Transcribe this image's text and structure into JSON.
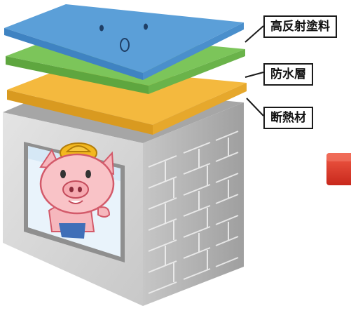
{
  "layers": [
    {
      "id": "coating",
      "label": "高反射塗料",
      "color": "#5b9fd8"
    },
    {
      "id": "waterproof",
      "label": "防水層",
      "color": "#7cc55a"
    },
    {
      "id": "insulation",
      "label": "断熱材",
      "color": "#f4b93e"
    }
  ],
  "colors": {
    "building_front": "#d9d9d9",
    "building_side": "#b9b9b9",
    "building_top": "#a8a8a8",
    "accent_red": "#e23b2b"
  },
  "icons": [
    "face-icon",
    "pig-character-icon",
    "red-button-icon"
  ]
}
